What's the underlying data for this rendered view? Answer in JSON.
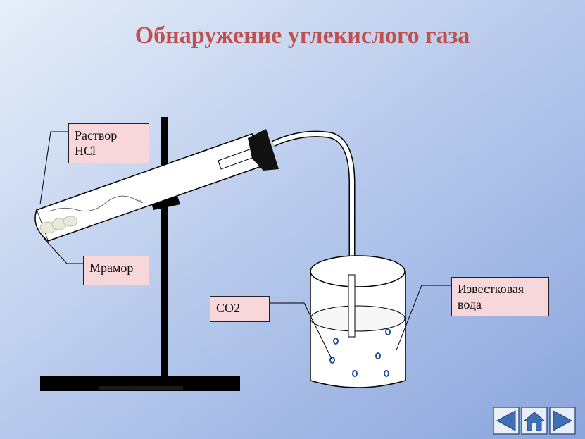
{
  "title": "Обнаружение углекислого газа",
  "labels": {
    "hcl_line1": "Раствор",
    "hcl_line2": "HCl",
    "marble": "Мрамор",
    "co2": "CO2",
    "limewater_line1": "Известковая",
    "limewater_line2": "вода"
  },
  "nav": {
    "prev_icon": "arrow-left-icon",
    "home_icon": "home-icon",
    "next_icon": "arrow-right-icon"
  },
  "colors": {
    "title": "#c0504d",
    "label_bg": "#f8d7da",
    "bubble": "#1f4ea3",
    "nav": "#3f6fb5"
  }
}
